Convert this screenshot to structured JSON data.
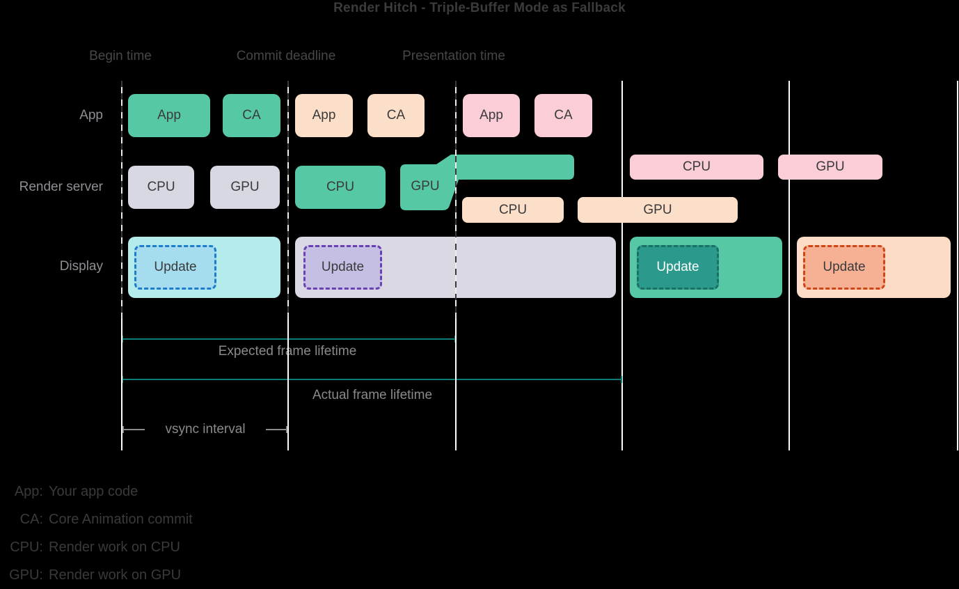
{
  "title": "Render Hitch - Triple-Buffer Mode as Fallback",
  "markers": {
    "begin": "Begin time",
    "commit": "Commit deadline",
    "presentation": "Presentation time"
  },
  "rows": {
    "app": "App",
    "render_server": "Render server",
    "display": "Display"
  },
  "app_row": [
    {
      "label": "App",
      "variant": "teal"
    },
    {
      "label": "CA",
      "variant": "teal"
    },
    {
      "label": "App",
      "variant": "peach"
    },
    {
      "label": "CA",
      "variant": "peach"
    },
    {
      "label": "App",
      "variant": "pink"
    },
    {
      "label": "CA",
      "variant": "pink"
    }
  ],
  "render_row": [
    {
      "label": "CPU",
      "variant": "gray"
    },
    {
      "label": "GPU",
      "variant": "gray"
    },
    {
      "label": "CPU",
      "variant": "teal"
    },
    {
      "label": "GPU",
      "variant": "teal-overrun"
    },
    {
      "label": "CPU",
      "variant": "peach"
    },
    {
      "label": "GPU",
      "variant": "peach"
    },
    {
      "label": "CPU",
      "variant": "pink"
    },
    {
      "label": "GPU",
      "variant": "pink"
    }
  ],
  "display_row": [
    {
      "label": "Update",
      "variant": "cyan-blue"
    },
    {
      "label": "Update",
      "variant": "gray-purple"
    },
    {
      "label": "Update",
      "variant": "teal-dark"
    },
    {
      "label": "Update",
      "variant": "peach-orange"
    }
  ],
  "annotations": {
    "expected": "Expected frame lifetime",
    "actual": "Actual frame lifetime",
    "vsync": "vsync interval"
  },
  "legend": [
    {
      "term": "App:",
      "desc": "Your app code"
    },
    {
      "term": "CA:",
      "desc": "Core Animation commit"
    },
    {
      "term": "CPU:",
      "desc": "Render work on CPU"
    },
    {
      "term": "GPU:",
      "desc": "Render work on GPU"
    }
  ],
  "colors": {
    "background": "#000000",
    "teal_block": "#57c8a6",
    "peach_block": "#fcdfc8",
    "pink_block": "#fbcdd7",
    "gray_block": "#d8d8e2",
    "display_cyan": "#b4ebeb",
    "display_gray": "#d9d8e3",
    "update_blue_border": "#1e7ccc",
    "update_purple_border": "#6b40b4",
    "update_teal_fill": "#2b9a8c",
    "update_orange_border": "#cd4716",
    "lifetime_line": "#0c7d74",
    "vsync_line_solid": "#ffffff",
    "dark_text": "#3a3a3c",
    "muted_text": "#8e8e93"
  }
}
